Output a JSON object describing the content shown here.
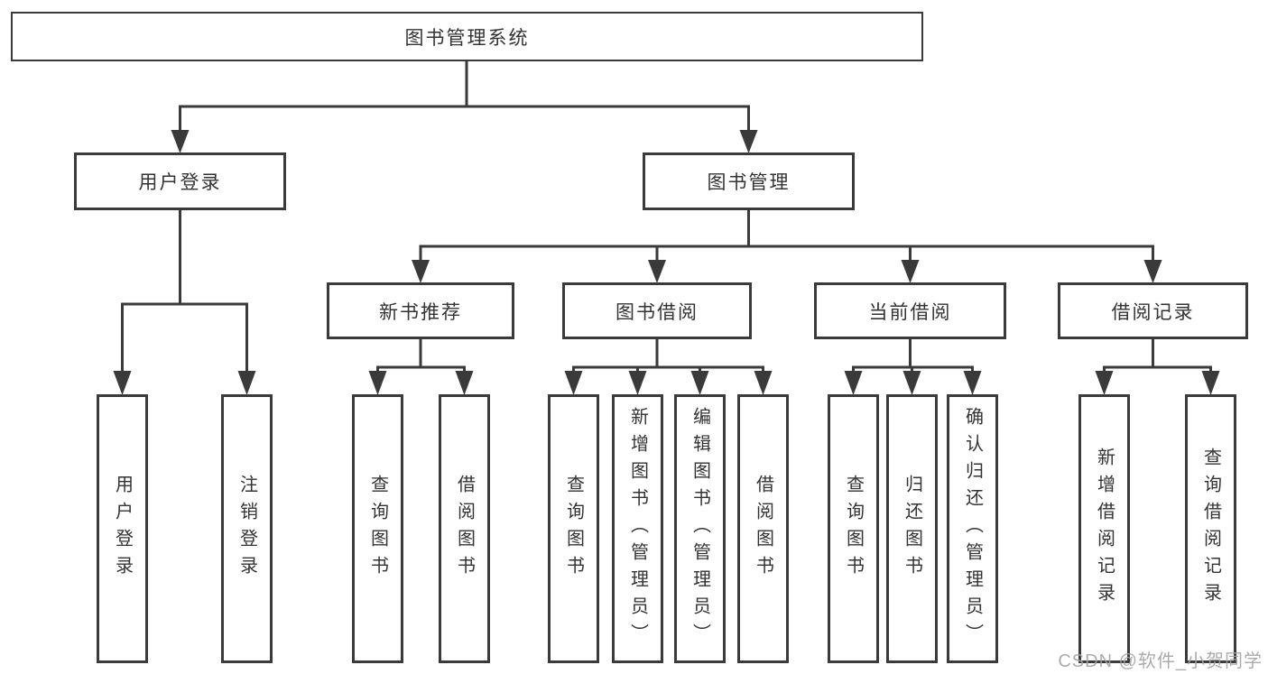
{
  "tree": {
    "label": "图书管理系统",
    "children": [
      {
        "label": "用户登录",
        "children": [
          {
            "label": "用户登录"
          },
          {
            "label": "注销登录"
          }
        ]
      },
      {
        "label": "图书管理",
        "children": [
          {
            "label": "新书推荐",
            "children": [
              {
                "label": "查询图书"
              },
              {
                "label": "借阅图书"
              }
            ]
          },
          {
            "label": "图书借阅",
            "children": [
              {
                "label": "查询图书"
              },
              {
                "label": "新增图书（管理员）"
              },
              {
                "label": "编辑图书（管理员）"
              },
              {
                "label": "借阅图书"
              }
            ]
          },
          {
            "label": "当前借阅",
            "children": [
              {
                "label": "查询图书"
              },
              {
                "label": "归还图书"
              },
              {
                "label": "确认归还（管理员）"
              }
            ]
          },
          {
            "label": "借阅记录",
            "children": [
              {
                "label": "新增借阅记录"
              },
              {
                "label": "查询借阅记录"
              }
            ]
          }
        ]
      }
    ]
  },
  "watermark": "CSDN @软件_小贺同学",
  "colors": {
    "line": "#3a3a3a",
    "text": "#333333",
    "background": "#ffffff",
    "watermark": "#a3a3a3"
  }
}
